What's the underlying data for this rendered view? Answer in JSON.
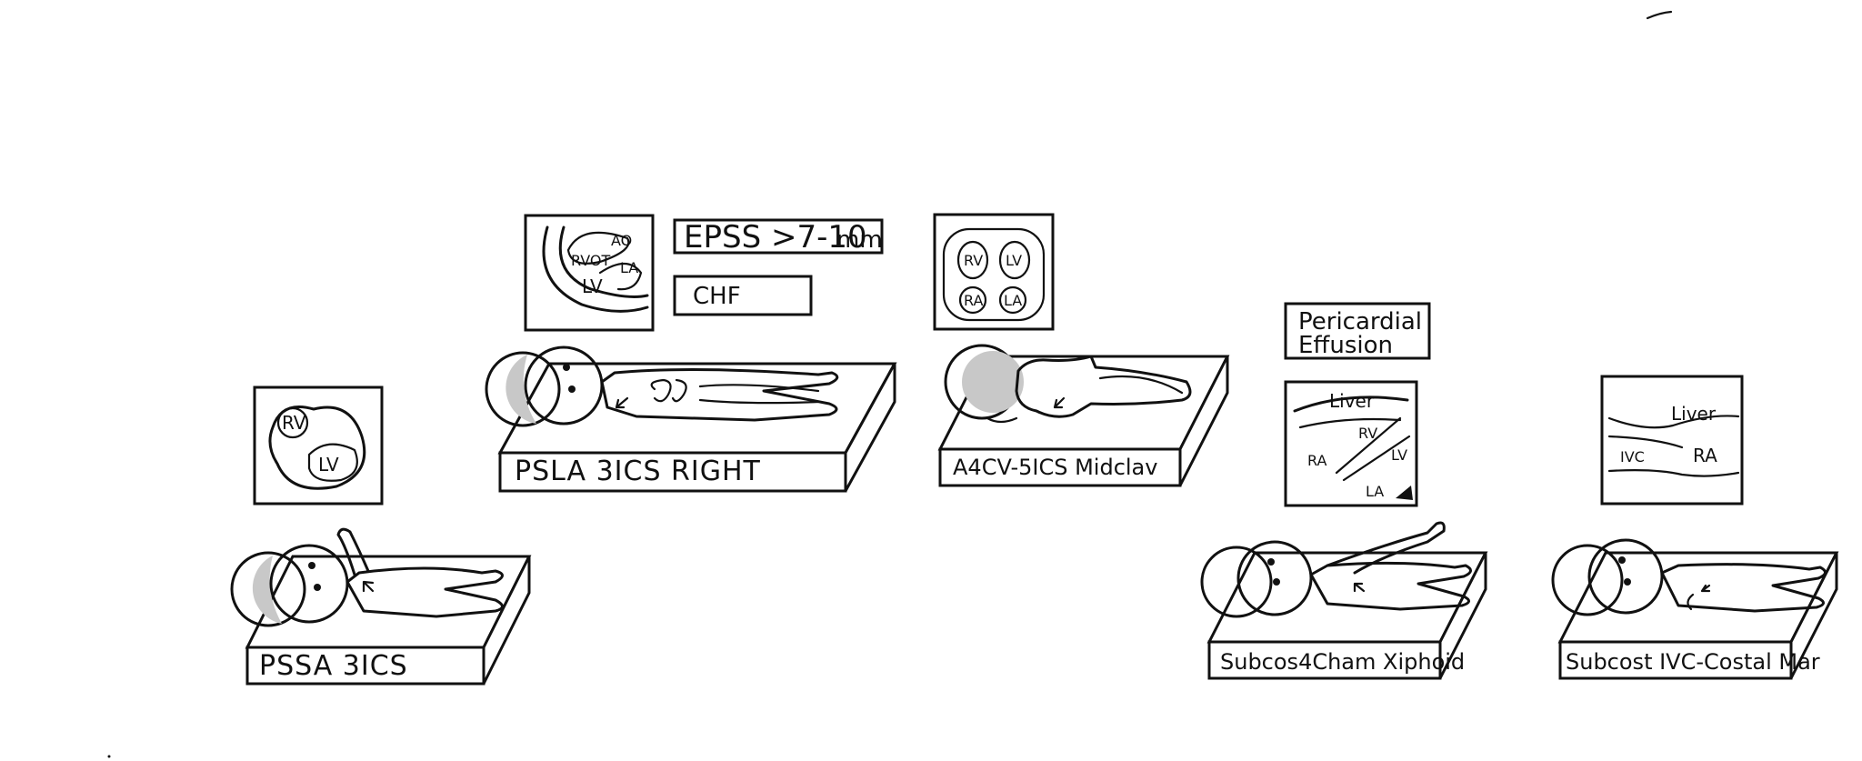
{
  "stations": [
    {
      "label": "PSSA  3ICS",
      "inset": {
        "chambers": [
          "RV",
          "LV"
        ]
      }
    },
    {
      "label": "PSLA  3ICS  RIGHT",
      "inset": {
        "chambers": [
          "RVOT",
          "AO",
          "LA",
          "LV"
        ]
      }
    },
    {
      "label": "A4CV-5ICS Midclav",
      "inset": {
        "chambers": [
          "RV",
          "LV",
          "RA",
          "LA"
        ]
      }
    },
    {
      "label": "Subcos4Cham Xiphoid",
      "inset": {
        "chambers": [
          "Liver",
          "RV",
          "RA",
          "LV",
          "LA"
        ]
      }
    },
    {
      "label": "Subcost IVC-Costal Mar",
      "inset": {
        "chambers": [
          "Liver",
          "IVC",
          "RA"
        ]
      }
    }
  ],
  "notes": {
    "epss": "EPSS >7-10",
    "epss_unit": "mm",
    "chf": "CHF",
    "pericardial_1": "Pericardial",
    "pericardial_2": "Effusion"
  },
  "icons": [
    "probe-arrow-icon",
    "patient-figure-icon",
    "bed-icon",
    "echo-view-icon"
  ],
  "colors": {
    "ink": "#111111",
    "shade": "#c8c8c8",
    "background": "#ffffff"
  }
}
